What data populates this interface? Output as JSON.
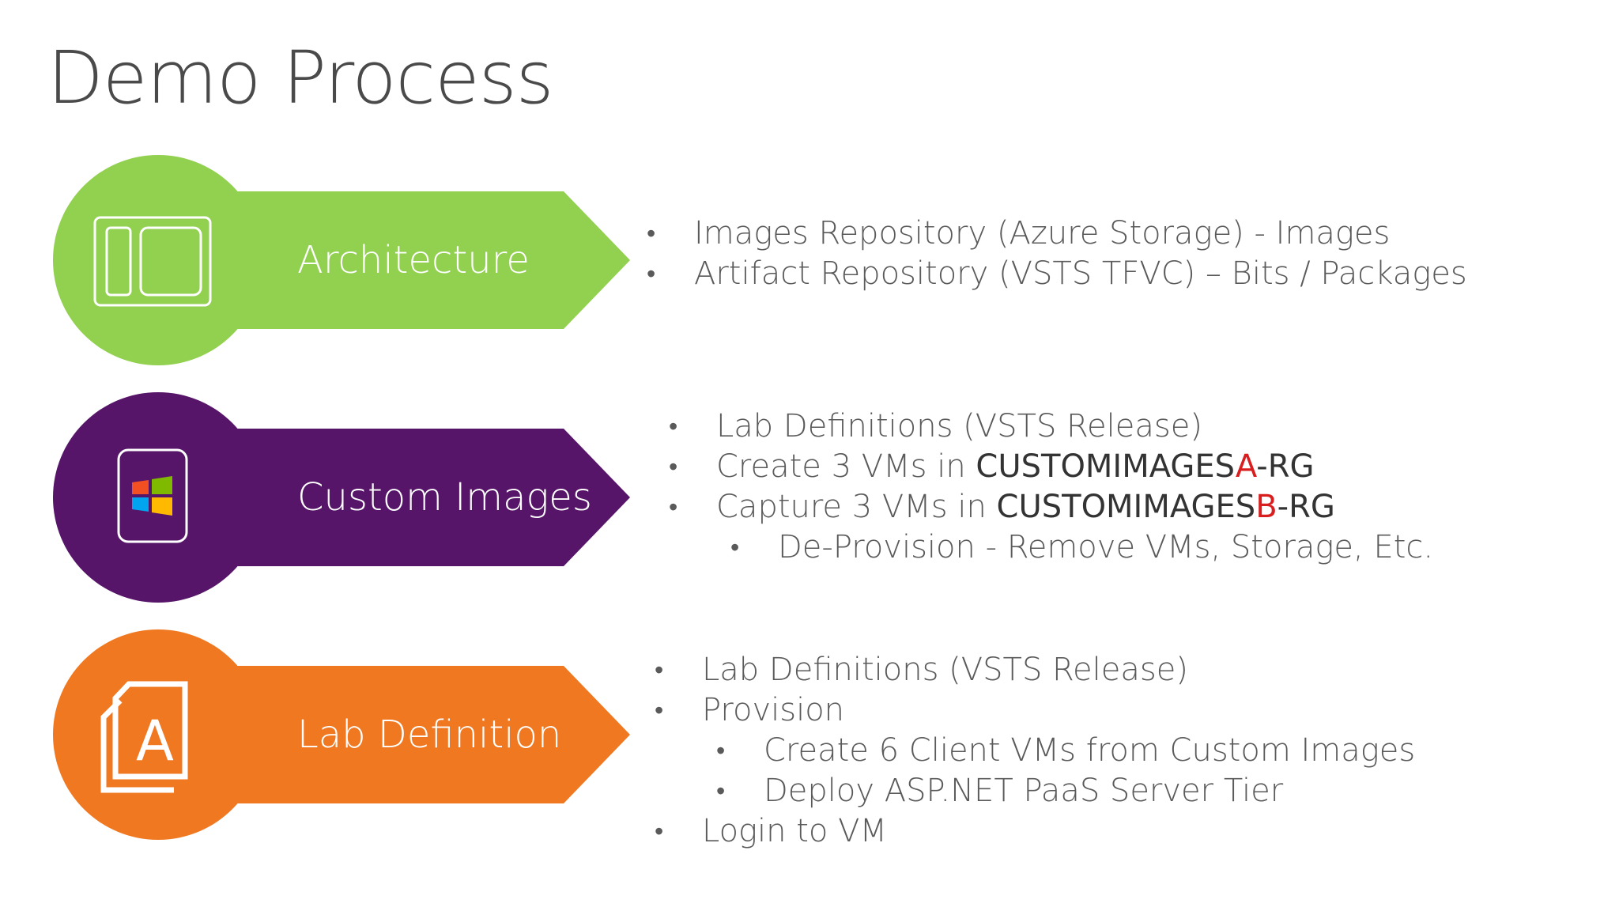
{
  "title": "Demo Process",
  "colors": {
    "green": "#92d050",
    "purple": "#561568",
    "orange": "#f07820",
    "accent_red": "#d81e1e"
  },
  "steps": [
    {
      "label": "Architecture",
      "icon": "layout-panels-icon",
      "bullets": [
        "Images Repository (Azure Storage) - Images",
        "Artifact Repository (VSTS TFVC) – Bits / Packages"
      ]
    },
    {
      "label": "Custom Images",
      "icon": "windows-device-icon",
      "bullets": [
        "Lab Definitions (VSTS Release)",
        {
          "prefix": "Create 3 VMs in ",
          "rg_a": "CUSTOMIMAGES",
          "letter": "A",
          "suffix": "-RG"
        },
        {
          "prefix": "Capture 3 VMs in ",
          "rg_a": "CUSTOMIMAGES",
          "letter": "B",
          "suffix": "-RG"
        }
      ],
      "sub_bullets": [
        "De-Provision - Remove VMs, Storage, Etc."
      ]
    },
    {
      "label": "Lab Definition",
      "icon": "document-a-icon",
      "bullets": [
        "Lab Definitions (VSTS Release)",
        "Provision",
        "Login to VM"
      ],
      "sub_bullets": [
        "Create 6 Client VMs from Custom Images",
        "Deploy ASP.NET PaaS Server Tier"
      ],
      "icon_letter": "A"
    }
  ]
}
